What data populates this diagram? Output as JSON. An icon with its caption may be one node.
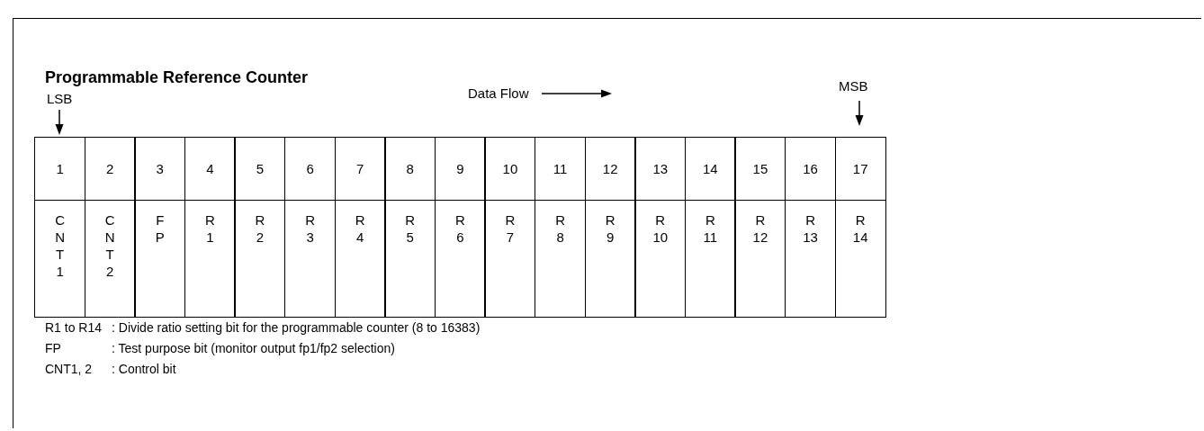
{
  "diagram": {
    "title": "Programmable Reference Counter",
    "labels": [
      "LSB",
      "Data Flow",
      "MSB",
      "1",
      "2",
      "3",
      "4",
      "5",
      "6",
      "7",
      "8",
      "9",
      "10",
      "11",
      "12",
      "13",
      "14",
      "15",
      "16",
      "17",
      "C N T 1",
      "C N T 2",
      "F P",
      "R 1",
      "R 2",
      "R 3",
      "R 4",
      "R 5",
      "R 6",
      "R 7",
      "R 8",
      "R 9",
      "R 10",
      "R 11",
      "R 12",
      "R 13",
      "R 14",
      "R1 to R14",
      ": Divide ratio setting bit for the programmable counter (8 to 16383)",
      "FP",
      ": Test purpose bit (monitor output fp1/fp2 selection)",
      "CNT1, 2",
      ": Control bit"
    ]
  }
}
